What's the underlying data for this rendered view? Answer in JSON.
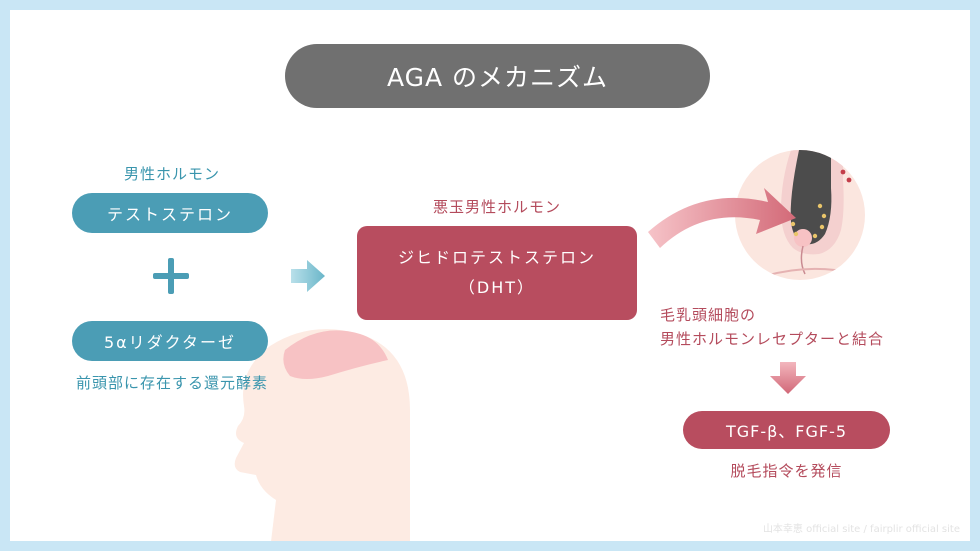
{
  "title": "AGA のメカニズム",
  "left": {
    "hormone_label": "男性ホルモン",
    "hormone_pill": "テストステロン",
    "plus_symbol": "+",
    "enzyme_pill": "5αリダクターゼ",
    "enzyme_caption": "前頭部に存在する還元酵素"
  },
  "center": {
    "label": "悪玉男性ホルモン",
    "box_line1": "ジヒドロテストステロン",
    "box_line2": "（DHT）"
  },
  "right": {
    "caption_line1": "毛乳頭細胞の",
    "caption_line2": "男性ホルモンレセプターと結合",
    "result_pill": "TGF-β、FGF-5",
    "result_caption": "脱毛指令を発信"
  },
  "footer": {
    "watermark": "山本幸恵 official site / fairplir official site"
  },
  "colors": {
    "background": "#c9e6f5",
    "teal": "#4b9db5",
    "red": "#b84d5f",
    "gray": "#707070"
  }
}
